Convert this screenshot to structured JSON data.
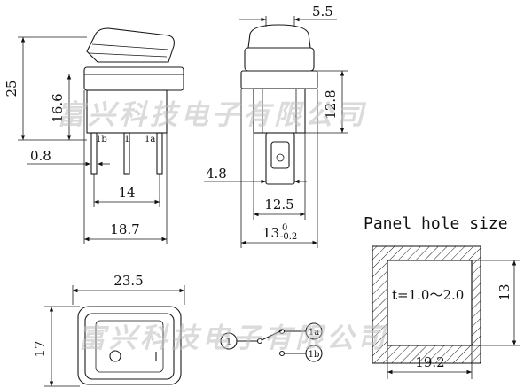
{
  "side_view": {
    "height_total": "25",
    "height_body": "16.6",
    "pin_width": "0.8",
    "pin_spacing": "14",
    "width": "18.7",
    "pin_labels": [
      "1b",
      "1",
      "1a"
    ]
  },
  "end_view": {
    "top_width": "5.5",
    "body_height": "12.8",
    "terminal_width": "4.8",
    "inner_width": "12.5",
    "outer_width_main": "13",
    "outer_width_tol_upper": "0",
    "outer_width_tol_lower": "-0.2"
  },
  "top_view": {
    "width": "23.5",
    "height": "17"
  },
  "schematic": {
    "common": "1",
    "terminal_a": "1a",
    "terminal_b": "1b"
  },
  "panel": {
    "title": "Panel hole size",
    "thickness": "t=1.0～2.0",
    "height": "13",
    "width": "19.2"
  },
  "watermark": "富兴科技电子有限公司"
}
